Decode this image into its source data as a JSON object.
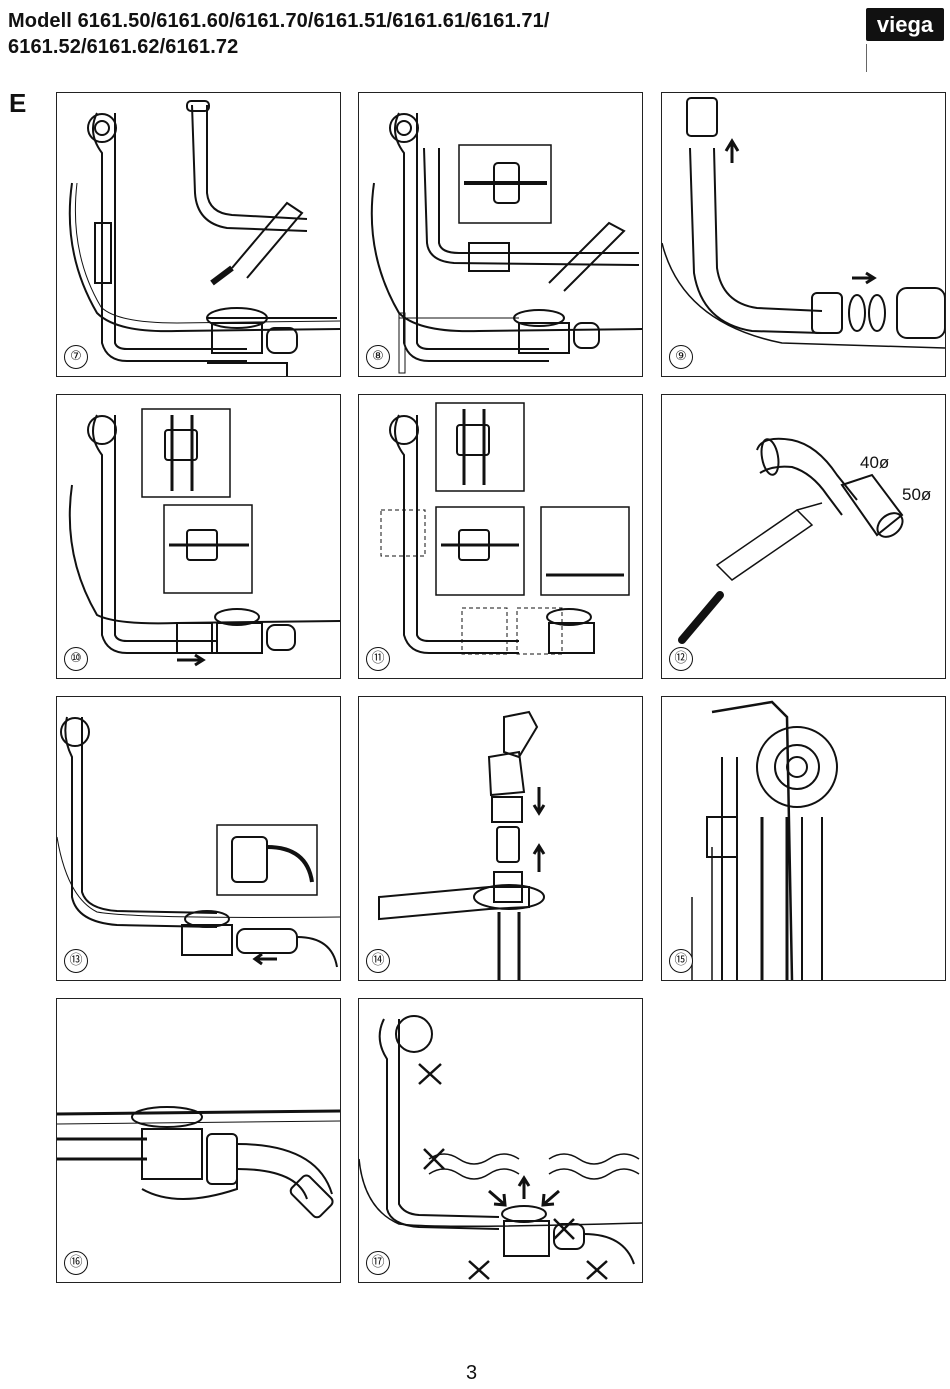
{
  "header": {
    "title_line1": "Modell 6161.50/6161.60/6161.70/6161.51/6161.61/6161.71/",
    "title_line2": "6161.52/6161.62/6161.72",
    "brand": "viega"
  },
  "section_letter": "E",
  "panels": [
    {
      "step": "⑦"
    },
    {
      "step": "⑧"
    },
    {
      "step": "⑨"
    },
    {
      "step": "⑩"
    },
    {
      "step": "⑪"
    },
    {
      "step": "⑫"
    },
    {
      "step": "⑬"
    },
    {
      "step": "⑭"
    },
    {
      "step": "⑮"
    },
    {
      "step": "⑯"
    },
    {
      "step": "⑰"
    }
  ],
  "dimensions": {
    "d40": "40ø",
    "d50": "50ø"
  },
  "page_number": "3"
}
